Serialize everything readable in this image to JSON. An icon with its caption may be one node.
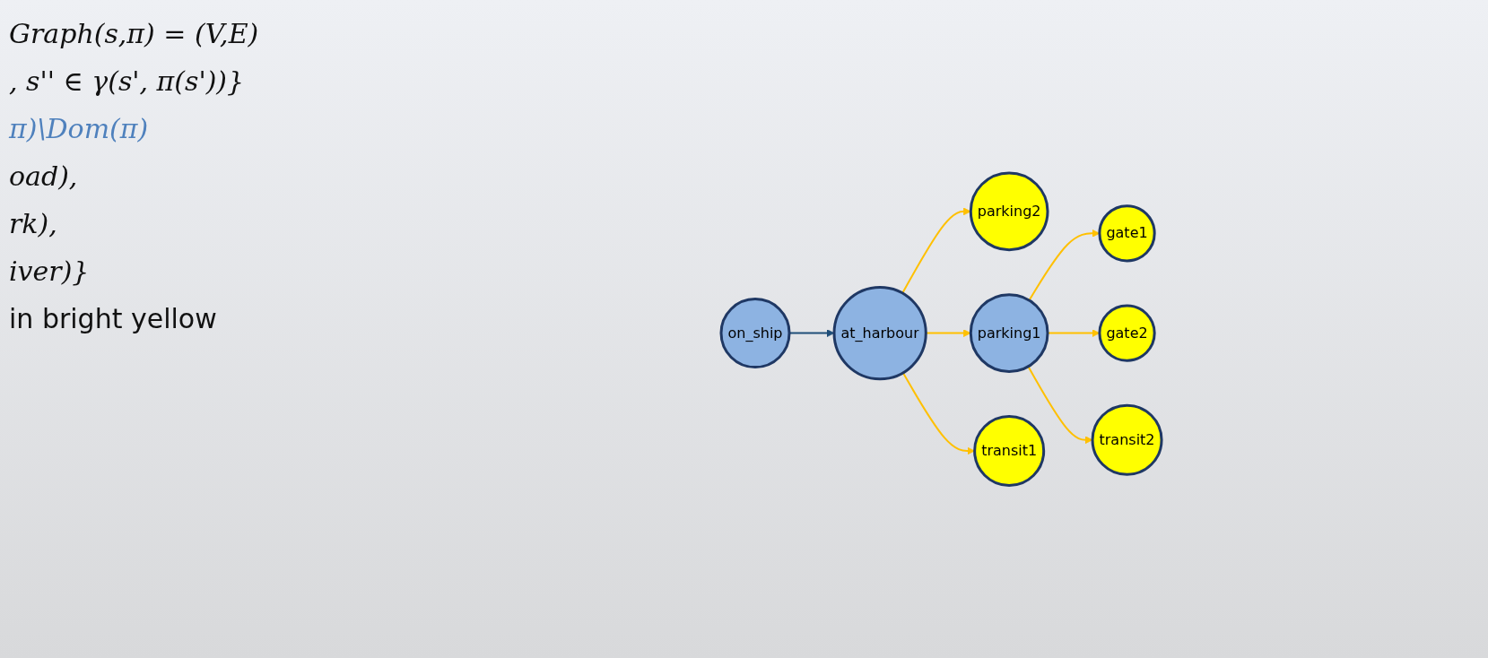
{
  "diagram": {
    "nodes": [
      {
        "text": [
          "on_ship"
        ]
      },
      {
        "text": [
          "at_harbour"
        ]
      },
      {
        "text": [
          "parking2"
        ]
      },
      {
        "text": [
          "parking1"
        ]
      },
      {
        "text": [
          "transit1"
        ]
      },
      {
        "text": [
          "gate1"
        ]
      },
      {
        "text": [
          "gate2"
        ]
      },
      {
        "text": [
          "transit2"
        ]
      }
    ],
    "edges": [
      {
        "from": 0,
        "to": 1,
        "arrow": "to",
        "color": "#1f4e79"
      },
      {
        "from": 1,
        "to": 2,
        "arrow": "to"
      },
      {
        "from": 1,
        "to": 3,
        "arrow": "to"
      },
      {
        "from": 1,
        "to": 4,
        "arrow": "to"
      },
      {
        "from": 3,
        "to": 5,
        "arrow": "to"
      },
      {
        "from": 3,
        "to": 6,
        "arrow": "to"
      },
      {
        "from": 3,
        "to": 7,
        "arrow": "to"
      }
    ],
    "labels": [
      "Graph(s,π) = (V,E)",
      ", s'' ∈ γ(s', π(s'))}",
      "π)\\Dom(π)",
      "oad),",
      "rk),",
      "iver)}",
      "in bright yellow"
    ]
  }
}
